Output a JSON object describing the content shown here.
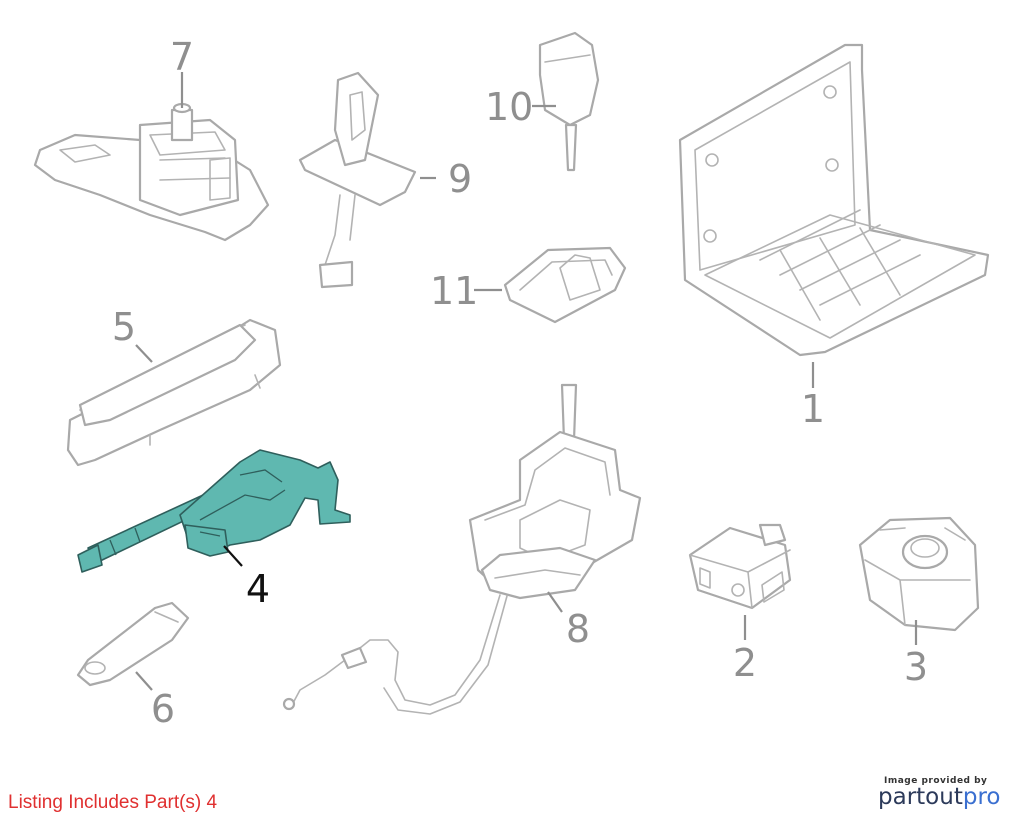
{
  "diagram": {
    "callouts": [
      {
        "id": "1",
        "label": "1"
      },
      {
        "id": "2",
        "label": "2"
      },
      {
        "id": "3",
        "label": "3"
      },
      {
        "id": "4",
        "label": "4",
        "highlighted": true
      },
      {
        "id": "5",
        "label": "5"
      },
      {
        "id": "6",
        "label": "6"
      },
      {
        "id": "7",
        "label": "7"
      },
      {
        "id": "8",
        "label": "8"
      },
      {
        "id": "9",
        "label": "9"
      },
      {
        "id": "10",
        "label": "10"
      },
      {
        "id": "11",
        "label": "11"
      }
    ],
    "highlight_color": "#5fb8b0",
    "line_color": "#a9a9a9"
  },
  "footer": {
    "listing_note": "Listing Includes Part(s) 4",
    "listing_color": "#e03030",
    "credit_small": "Image provided by",
    "credit_brand_a": "partout",
    "credit_brand_b": "pro"
  }
}
